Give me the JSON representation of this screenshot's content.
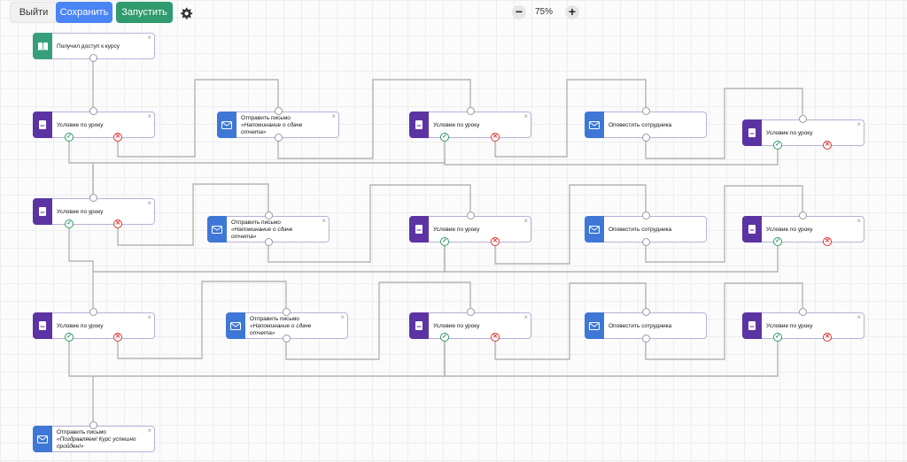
{
  "toolbar": {
    "exit_label": "Выйти",
    "save_label": "Сохранить",
    "run_label": "Запустить",
    "zoom_out_label": "−",
    "zoom_in_label": "+",
    "zoom_value": "75%"
  },
  "nodes": {
    "start": {
      "title": "Получил доступ к курсу"
    },
    "cond": {
      "title": "Условие по уроку"
    },
    "mail": {
      "prefix": "Отправить письмо",
      "quote": "«Напоминание о сдаче отчета»"
    },
    "notify": {
      "title": "Оповестить сотрудника"
    },
    "final": {
      "prefix": "Отправить письмо",
      "quote": "«Поздравляем! Курс успешно пройден!»"
    },
    "close": "×",
    "ok_glyph": "✓",
    "no_glyph": "✕"
  },
  "colors": {
    "condition": "#5c33a3",
    "email": "#3f77d6",
    "trigger": "#36a07a",
    "save": "#4a85f5",
    "run": "#2f9b6e"
  },
  "icons": {
    "trigger": "book-icon",
    "condition": "lesson-icon",
    "email": "envelope-icon",
    "notify": "envelope-icon",
    "settings": "gear-icon"
  }
}
